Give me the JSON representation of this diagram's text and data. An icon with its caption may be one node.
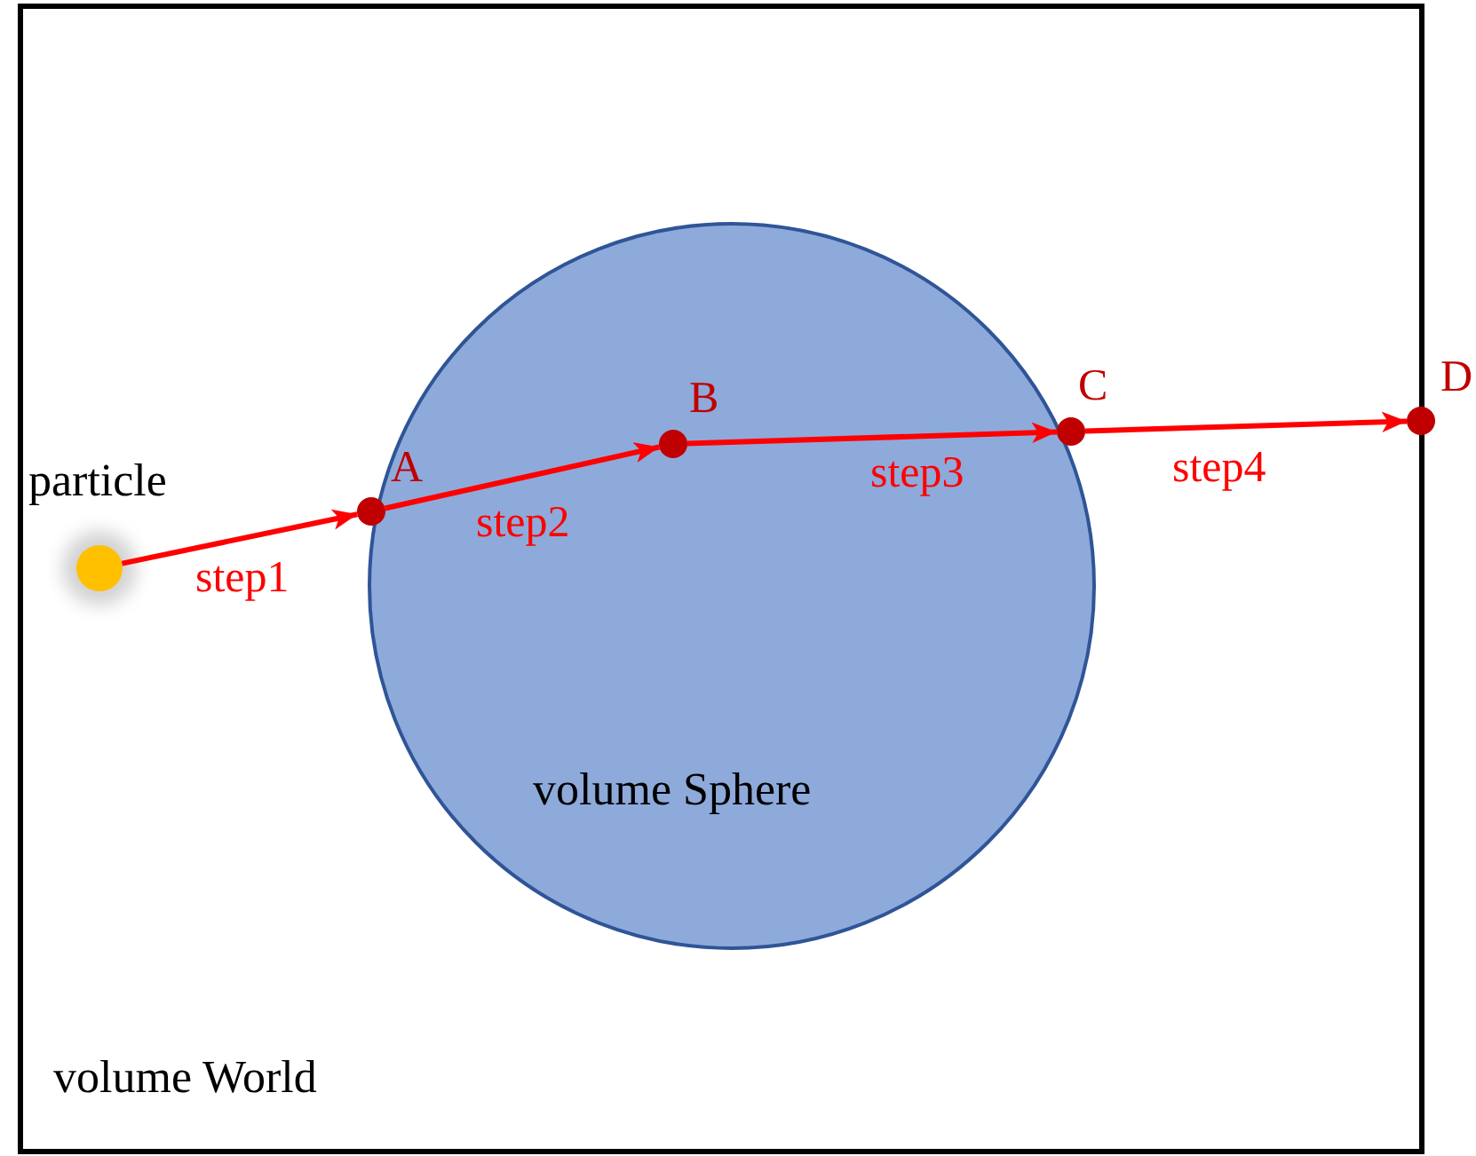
{
  "diagram": {
    "nodes": [
      {
        "text": [
          "volume World"
        ]
      },
      {
        "text": [
          "volume Sphere"
        ],
        "in": 0
      },
      {
        "text": [],
        "shape": "circle",
        "beside": [
          "particle"
        ],
        "in": 0
      },
      {
        "text": [],
        "shape": "circle",
        "beside": [
          "A"
        ],
        "in": 1
      },
      {
        "text": [],
        "shape": "circle",
        "beside": [
          "B"
        ],
        "in": 1
      },
      {
        "text": [],
        "shape": "circle",
        "beside": [
          "C"
        ],
        "in": 1
      },
      {
        "text": [],
        "shape": "circle",
        "beside": [
          "D"
        ]
      }
    ],
    "edges": [
      {
        "from": 2,
        "to": 3,
        "arrow": "to",
        "label": "step1"
      },
      {
        "from": 3,
        "to": 4,
        "arrow": "to",
        "label": "step2"
      },
      {
        "from": 4,
        "to": 5,
        "arrow": "to",
        "label": "step3"
      },
      {
        "from": 5,
        "to": 6,
        "arrow": "to",
        "label": "step4"
      }
    ]
  }
}
